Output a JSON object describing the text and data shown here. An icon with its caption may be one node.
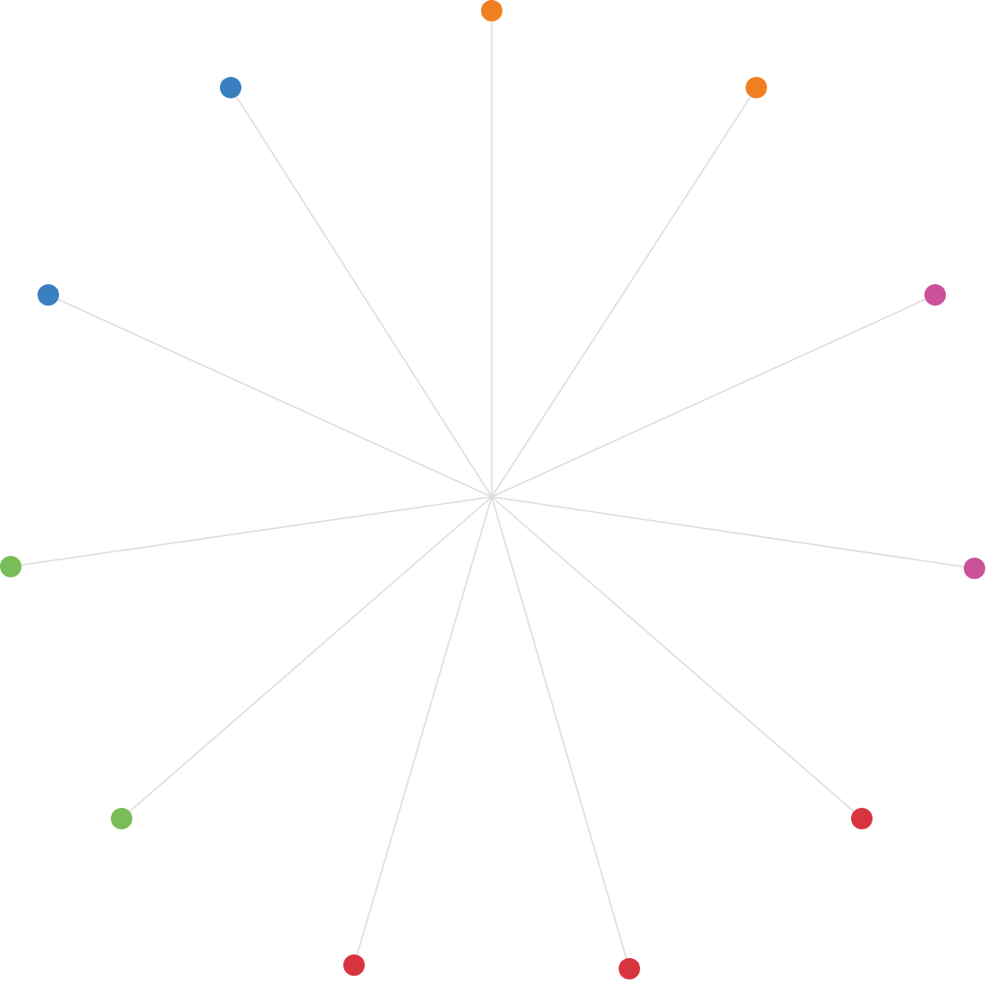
{
  "diagram": {
    "nodes": [
      {
        "text": [],
        "shape": "circle"
      },
      {
        "text": [],
        "shape": "circle"
      },
      {
        "text": [],
        "shape": "circle"
      },
      {
        "text": [],
        "shape": "circle"
      },
      {
        "text": [],
        "shape": "circle"
      },
      {
        "text": [],
        "shape": "circle"
      },
      {
        "text": [],
        "shape": "circle"
      },
      {
        "text": [],
        "shape": "circle"
      },
      {
        "text": [],
        "shape": "circle"
      },
      {
        "text": [],
        "shape": "circle"
      },
      {
        "text": [],
        "shape": "circle"
      }
    ],
    "edges": [
      {
        "from": null,
        "to": 0,
        "arrow": "none"
      },
      {
        "from": null,
        "to": 1,
        "arrow": "none"
      },
      {
        "from": null,
        "to": 2,
        "arrow": "none"
      },
      {
        "from": null,
        "to": 3,
        "arrow": "none"
      },
      {
        "from": null,
        "to": 4,
        "arrow": "none"
      },
      {
        "from": null,
        "to": 5,
        "arrow": "none"
      },
      {
        "from": null,
        "to": 6,
        "arrow": "none"
      },
      {
        "from": null,
        "to": 7,
        "arrow": "none"
      },
      {
        "from": null,
        "to": 8,
        "arrow": "none"
      },
      {
        "from": null,
        "to": 9,
        "arrow": "none"
      },
      {
        "from": null,
        "to": 10,
        "arrow": "none"
      }
    ]
  }
}
